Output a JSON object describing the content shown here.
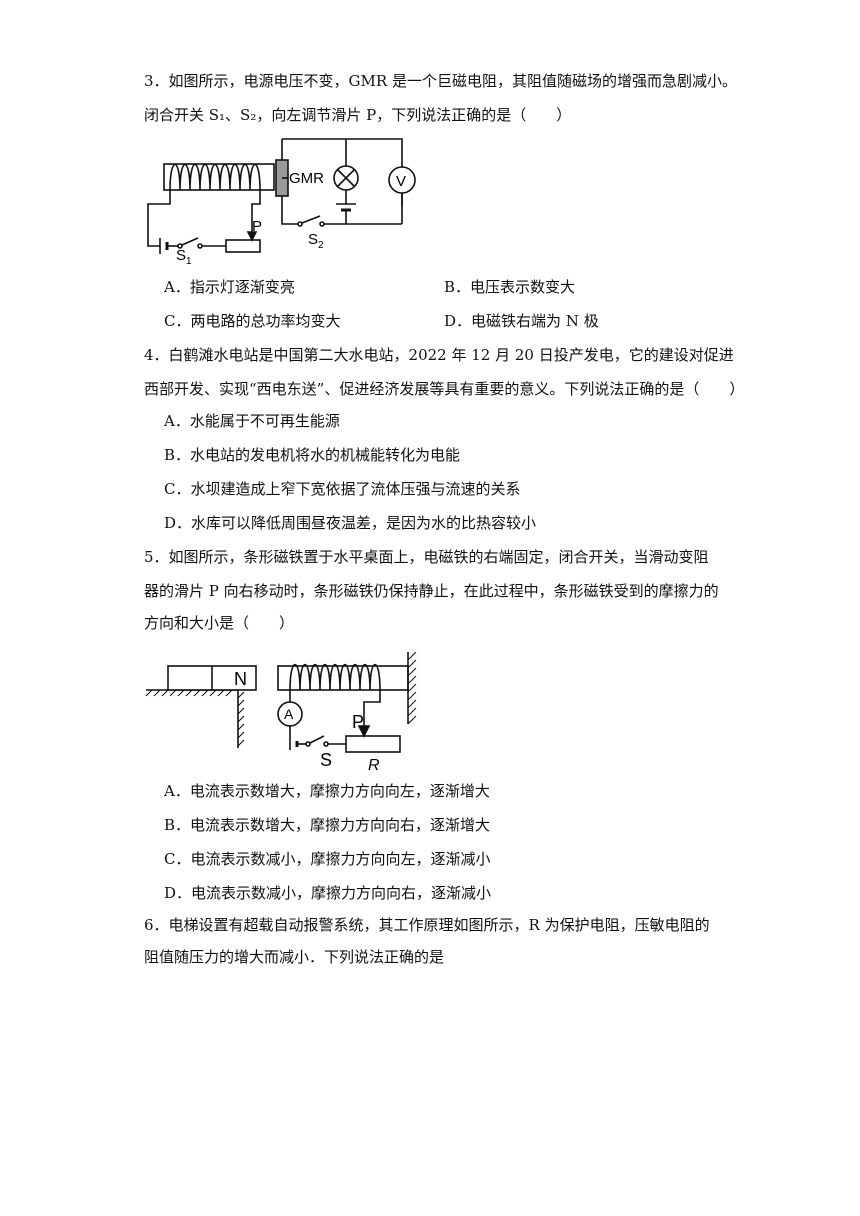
{
  "q3": {
    "line1": "3．如图所示，电源电压不变，GMR 是一个巨磁电阻，其阻值随磁场的增强而急剧减小。",
    "line2": "闭合开关 S₁、S₂，向左调节滑片 P，下列说法正确的是（　　）",
    "figure": {
      "gmr": "GMR",
      "v": "V",
      "p": "P",
      "s1": "S",
      "s1_sub": "1",
      "s2": "S",
      "s2_sub": "2"
    },
    "options": {
      "A": "A．指示灯逐渐变亮",
      "B": "B．电压表示数变大",
      "C": "C．两电路的总功率均变大",
      "D": "D．电磁铁右端为 N 极"
    }
  },
  "q4": {
    "line1": "4．白鹤滩水电站是中国第二大水电站，2022 年 12 月 20 日投产发电，它的建设对促进",
    "line2": "西部开发、实现“西电东送”、促进经济发展等具有重要的意义。下列说法正确的是（　　）",
    "options": {
      "A": "A．水能属于不可再生能源",
      "B": "B．水电站的发电机将水的机械能转化为电能",
      "C": "C．水坝建造成上窄下宽依据了流体压强与流速的关系",
      "D": "D．水库可以降低周围昼夜温差，是因为水的比热容较小"
    }
  },
  "q5": {
    "line1": "5．如图所示，条形磁铁置于水平桌面上，电磁铁的右端固定，闭合开关，当滑动变阻",
    "line2": "器的滑片 P 向右移动时，条形磁铁仍保持静止，在此过程中，条形磁铁受到的摩擦力的",
    "line3": "方向和大小是（　　）",
    "figure": {
      "n": "N",
      "a": "A",
      "p": "P",
      "s": "S",
      "r": "R"
    },
    "options": {
      "A": "A．电流表示数增大，摩擦力方向向左，逐渐增大",
      "B": "B．电流表示数增大，摩擦力方向向右，逐渐增大",
      "C": "C．电流表示数减小，摩擦力方向向左，逐渐减小",
      "D": "D．电流表示数减小，摩擦力方向向右，逐渐减小"
    }
  },
  "q6": {
    "line1": "6．电梯设置有超载自动报警系统，其工作原理如图所示，R 为保护电阻，压敏电阻的",
    "line2": "阻值随压力的增大而减小．下列说法正确的是"
  }
}
